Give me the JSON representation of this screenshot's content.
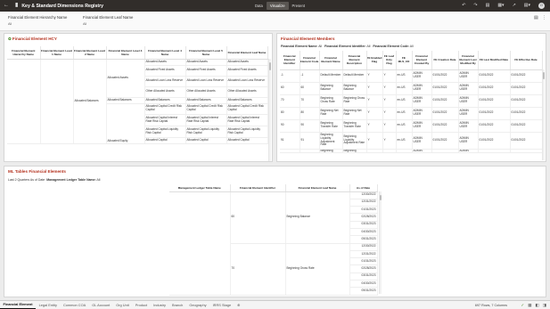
{
  "app": {
    "title": "Key & Standard Dimensions Registry",
    "modes": [
      "Data",
      "Visualize",
      "Present"
    ],
    "active_mode": "Visualize",
    "avatar_initial": "O"
  },
  "filters": {
    "hierarchy": {
      "label": "Financial Element Hierarchy Name",
      "value": "All"
    },
    "leaf": {
      "label": "Financial Element Leaf Name",
      "value": "All"
    }
  },
  "hcy": {
    "title": "Financial Element HCY",
    "headers": [
      "Financial Element Hierarchy Name",
      "Financial Element Level 1 Name",
      "Financial Element Level 2 Name",
      "Financial Element Level 3 Name",
      "Financial Element Level 4 Name",
      "Financial Element Level 5 Name",
      "Financial Element Leaf Name"
    ],
    "groups": {
      "l2": "Allocated Balances",
      "l3_assets": "Allocated Assets",
      "l3_bal": "Allocated Balances",
      "l3_equity": "Allocated Equity"
    },
    "rows": [
      [
        "Allocated Assets",
        "Allocated Assets",
        "Allocated Assets"
      ],
      [
        "Allocated Fixed Assets",
        "Allocated Fixed Assets",
        "Allocated Fixed Assets"
      ],
      [
        "Allocated Loan Loss Reserve",
        "Allocated Loan Loss Reserve",
        "Allocated Loan Loss Reserve"
      ],
      [
        "Other Allocated Assets",
        "Other Allocated Assets",
        "Other Allocated Assets"
      ],
      [
        "Allocated Balances",
        "Allocated Balances",
        "Allocated Balances"
      ],
      [
        "Allocated Capital Credit Risk Capital",
        "Allocated Capital Credit Risk Capital",
        "Allocated Capital Credit Risk Capital"
      ],
      [
        "Allocated Capital Interest Rate Risk Capital",
        "Allocated Capital Interest Rate Risk Capital",
        "Allocated Capital Interest Rate Risk Capital"
      ],
      [
        "Allocated Capital Liquidity Risk Capital",
        "Allocated Capital Liquidity Risk Capital",
        "Allocated Capital Liquidity Risk Capital"
      ],
      [
        "Allocated Capital",
        "Allocated Capital",
        "Allocated Capital"
      ]
    ]
  },
  "members": {
    "title": "Financial Element Members",
    "subline": [
      {
        "k": "Financial Element Name:",
        "v": "All"
      },
      {
        "k": "Financial Element Identifier:",
        "v": "All"
      },
      {
        "k": "Financial Element Code:",
        "v": "All"
      }
    ],
    "headers": [
      "Financial Element Identifier",
      "Financial Element Code",
      "Financial Element Name",
      "Financial Element Description",
      "FE Enabled Flag",
      "FE Leaf Only Flag",
      "FE MLS_CD",
      "Financial Element Created By",
      "FE Creation Date",
      "Financial Element Last Modified By",
      "FE Last Modified Date",
      "FE Effective Date"
    ],
    "rows": [
      [
        "-1",
        "-1",
        "Default Member",
        "Default Member",
        "Y",
        "Y",
        "en-US",
        "ADMIN USER",
        "01/01/2022",
        "ADMIN USER",
        "01/01/2022",
        "01/01/2022"
      ],
      [
        "60",
        "60",
        "Beginning Balance",
        "Beginning Balance",
        "Y",
        "Y",
        "en-US",
        "ADMIN USER",
        "01/01/2022",
        "ADMIN USER",
        "01/01/2022",
        "01/01/2022"
      ],
      [
        "70",
        "70",
        "Beginning Gross Rate",
        "Beginning Gross Rate",
        "Y",
        "Y",
        "en-US",
        "ADMIN USER",
        "01/01/2022",
        "ADMIN USER",
        "01/01/2022",
        "01/01/2022"
      ],
      [
        "80",
        "80",
        "Beginning Net Rate",
        "Beginning Net Rate",
        "Y",
        "Y",
        "en-US",
        "ADMIN USER",
        "01/01/2022",
        "ADMIN USER",
        "01/01/2022",
        "01/01/2022"
      ],
      [
        "90",
        "90",
        "Beginning Transfer Rate",
        "Beginning Transfer Rate",
        "Y",
        "Y",
        "en-US",
        "ADMIN USER",
        "01/01/2022",
        "ADMIN USER",
        "01/01/2022",
        "01/01/2022"
      ],
      [
        "91",
        "91",
        "Beginning Liquidity Adjustment Rate",
        "Beginning Liquidity Adjustment Rate",
        "Y",
        "Y",
        "en-US",
        "ADMIN USER",
        "01/01/2022",
        "ADMIN USER",
        "01/01/2022",
        "01/01/2022"
      ],
      [
        "",
        "",
        "Beginning",
        "Beginning",
        "",
        "",
        "",
        "ADMIN",
        "",
        "ADMIN",
        "",
        ""
      ]
    ]
  },
  "ml": {
    "title": "ML Tables Financial Elements",
    "subline": [
      {
        "k": "Last 2 Quarters As of Date",
        "v": ""
      },
      {
        "k": "Management Ledger Table Name:",
        "v": "All"
      }
    ],
    "headers": [
      "Management Ledger Table Name",
      "Financial Element Identifier",
      "Financial Element Leaf Name",
      "As of Date"
    ],
    "group1": {
      "id": "60",
      "name": "Beginning Balance"
    },
    "group2": {
      "id": "70",
      "name": "Beginning Gross Rate"
    },
    "dates1": [
      "12/30/2022",
      "12/31/2022",
      "01/31/2023",
      "02/28/2023",
      "03/31/2023",
      "04/30/2023",
      "05/31/2023"
    ],
    "dates2": [
      "12/30/2022",
      "12/31/2022",
      "01/31/2023",
      "02/28/2023",
      "03/31/2023",
      "04/30/2023",
      "05/31/2023"
    ]
  },
  "tabs": [
    "Financial Element",
    "Legal Entity",
    "Common COA",
    "GL Account",
    "Org Unit",
    "Product",
    "Industry",
    "Branch",
    "Geography",
    "IRRS Stage"
  ],
  "active_tab": "Financial Element",
  "status": "697 Rows, 7 Columns"
}
